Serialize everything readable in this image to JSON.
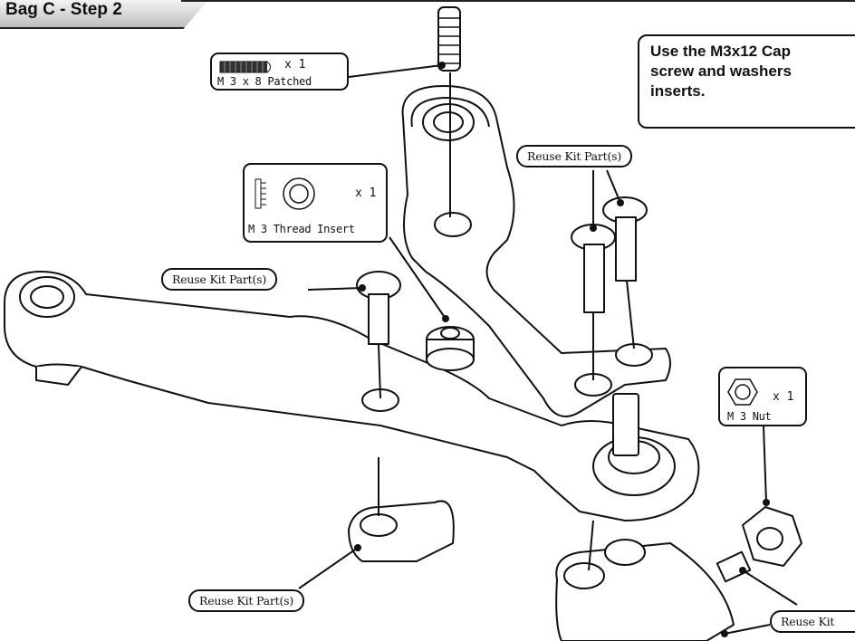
{
  "header": {
    "title": "Bag C - Step 2"
  },
  "note": {
    "text": "Use the M3x12 Cap\nscrew and washers\ninserts."
  },
  "parts": {
    "screw_m3x8": {
      "qty": "x 1",
      "label": "M 3 x 8 Patched",
      "icon": "set-screw-icon"
    },
    "thread_insert": {
      "qty": "x 1",
      "label": "M 3 Thread Insert",
      "icon": "thread-insert-icon"
    },
    "nut": {
      "qty": "x 1",
      "label": "M 3 Nut",
      "icon": "hex-nut-icon"
    }
  },
  "reuse": {
    "top_right": "Reuse Kit Part(s)",
    "left": "Reuse Kit Part(s)",
    "bottom_left": "Reuse Kit Part(s)",
    "bottom_right": "Reuse Kit"
  },
  "colors": {
    "ink": "#111111",
    "fill": "#ffffff",
    "header_grad_top": "#f4f4f4",
    "header_grad_bottom": "#bdbdbd"
  }
}
